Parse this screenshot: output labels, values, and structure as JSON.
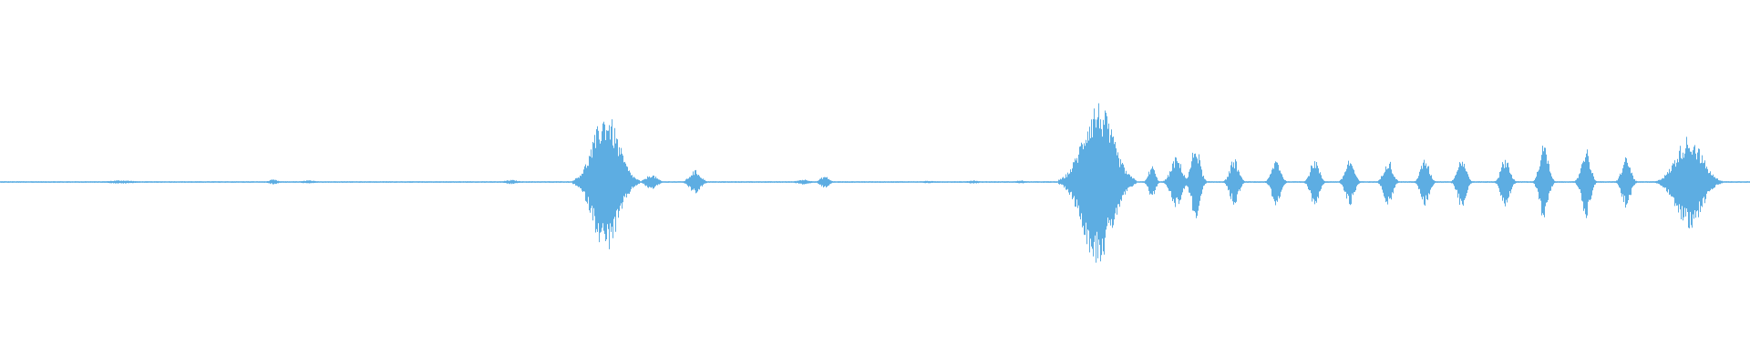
{
  "waveform": {
    "color": "#5dade2",
    "baseline_amplitude": 0.008,
    "duration_fraction_shown": 1.0,
    "segments": [
      {
        "center": 0.069,
        "amplitude": 0.02,
        "width": 0.012
      },
      {
        "center": 0.156,
        "amplitude": 0.03,
        "width": 0.004
      },
      {
        "center": 0.176,
        "amplitude": 0.02,
        "width": 0.006
      },
      {
        "center": 0.292,
        "amplitude": 0.025,
        "width": 0.006
      },
      {
        "center": 0.346,
        "amplitude": 0.82,
        "width": 0.012
      },
      {
        "center": 0.372,
        "amplitude": 0.09,
        "width": 0.005
      },
      {
        "center": 0.397,
        "amplitude": 0.14,
        "width": 0.005
      },
      {
        "center": 0.459,
        "amplitude": 0.03,
        "width": 0.006
      },
      {
        "center": 0.471,
        "amplitude": 0.07,
        "width": 0.004
      },
      {
        "center": 0.53,
        "amplitude": 0.015,
        "width": 0.006
      },
      {
        "center": 0.556,
        "amplitude": 0.02,
        "width": 0.005
      },
      {
        "center": 0.583,
        "amplitude": 0.02,
        "width": 0.004
      },
      {
        "center": 0.627,
        "amplitude": 0.95,
        "width": 0.014
      },
      {
        "center": 0.658,
        "amplitude": 0.2,
        "width": 0.003
      },
      {
        "center": 0.672,
        "amplitude": 0.3,
        "width": 0.005
      },
      {
        "center": 0.683,
        "amplitude": 0.45,
        "width": 0.004
      },
      {
        "center": 0.705,
        "amplitude": 0.28,
        "width": 0.004
      },
      {
        "center": 0.729,
        "amplitude": 0.28,
        "width": 0.004
      },
      {
        "center": 0.751,
        "amplitude": 0.28,
        "width": 0.004
      },
      {
        "center": 0.771,
        "amplitude": 0.28,
        "width": 0.004
      },
      {
        "center": 0.793,
        "amplitude": 0.28,
        "width": 0.004
      },
      {
        "center": 0.814,
        "amplitude": 0.28,
        "width": 0.004
      },
      {
        "center": 0.835,
        "amplitude": 0.3,
        "width": 0.004
      },
      {
        "center": 0.86,
        "amplitude": 0.3,
        "width": 0.004
      },
      {
        "center": 0.882,
        "amplitude": 0.45,
        "width": 0.004
      },
      {
        "center": 0.906,
        "amplitude": 0.42,
        "width": 0.004
      },
      {
        "center": 0.929,
        "amplitude": 0.3,
        "width": 0.004
      },
      {
        "center": 0.965,
        "amplitude": 0.55,
        "width": 0.012
      }
    ]
  }
}
